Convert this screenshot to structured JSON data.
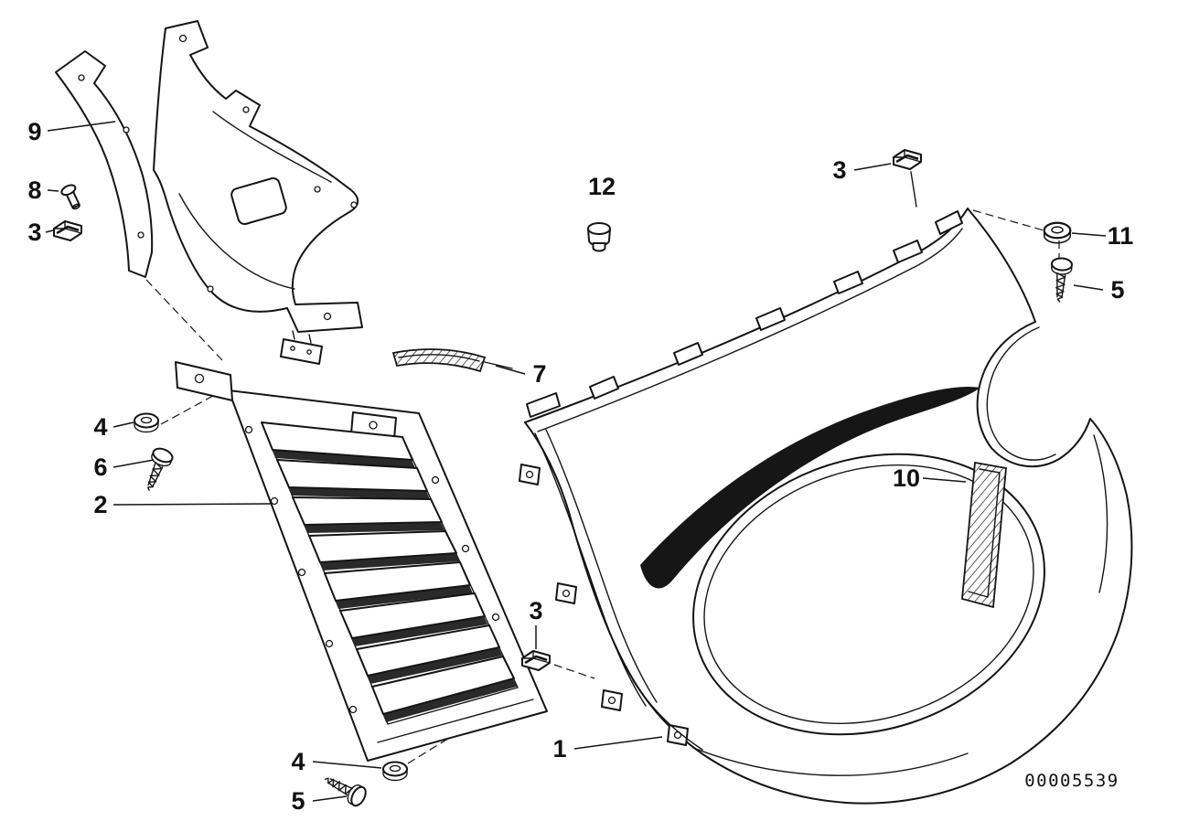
{
  "diagram": {
    "id": "00005539",
    "callouts": {
      "c1": "1",
      "c2": "2",
      "c3a": "3",
      "c3b": "3",
      "c3c": "3",
      "c4a": "4",
      "c4b": "4",
      "c5a": "5",
      "c5b": "5",
      "c6": "6",
      "c7": "7",
      "c8": "8",
      "c9": "9",
      "c10": "10",
      "c11": "11",
      "c12": "12"
    }
  }
}
